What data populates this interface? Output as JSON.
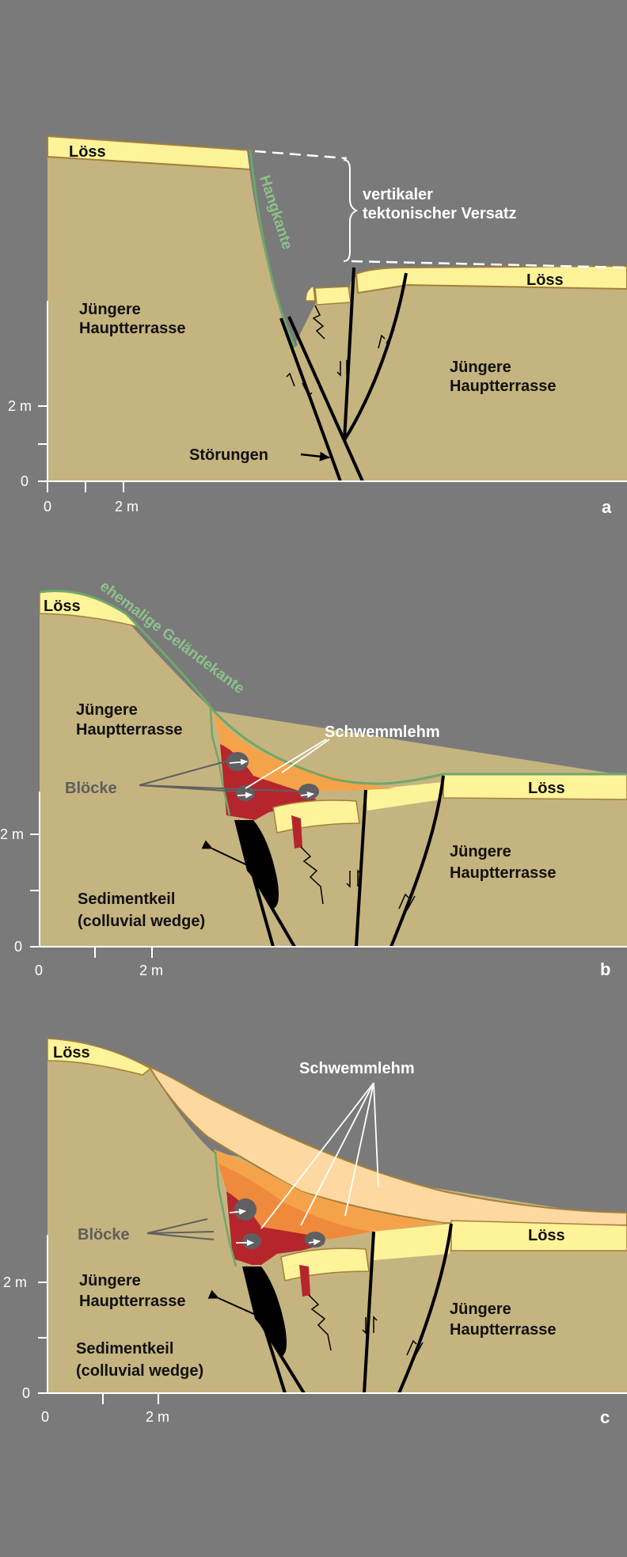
{
  "panel_a": {
    "letter": "a",
    "loess_left": "Löss",
    "loess_right": "Löss",
    "hangkante": "Hangkante",
    "offset_line1": "vertikaler",
    "offset_line2": "tektonischer Versatz",
    "terrace_left_1": "Jüngere",
    "terrace_left_2": "Hauptterrasse",
    "terrace_right_1": "Jüngere",
    "terrace_right_2": "Hauptterrasse",
    "stoerungen": "Störungen",
    "axis_y_2m": "2 m",
    "axis_y_0": "0",
    "axis_x_0": "0",
    "axis_x_2m": "2 m"
  },
  "panel_b": {
    "letter": "b",
    "loess_left": "Löss",
    "loess_right": "Löss",
    "ehemalige": "ehemalige Geländekante",
    "terrace_left_1": "Jüngere",
    "terrace_left_2": "Hauptterrasse",
    "schwemmlehm": "Schwemmlehm",
    "bloecke": "Blöcke",
    "terrace_right_1": "Jüngere",
    "terrace_right_2": "Hauptterrasse",
    "wedge_1": "Sedimentkeil",
    "wedge_2": "(colluvial wedge)",
    "axis_y_2m": "2 m",
    "axis_y_0": "0",
    "axis_x_0": "0",
    "axis_x_2m": "2 m"
  },
  "panel_c": {
    "letter": "c",
    "loess_left": "Löss",
    "loess_right": "Löss",
    "schwemmlehm": "Schwemmlehm",
    "bloecke": "Blöcke",
    "terrace_left_1": "Jüngere",
    "terrace_left_2": "Hauptterrasse",
    "terrace_right_1": "Jüngere",
    "terrace_right_2": "Hauptterrasse",
    "wedge_1": "Sedimentkeil",
    "wedge_2": "(colluvial wedge)",
    "axis_y_2m": "2 m",
    "axis_y_0": "0",
    "axis_x_0": "0",
    "axis_x_2m": "2 m"
  },
  "colors": {
    "background": "#7a7a7a",
    "terrace": "#c5b47f",
    "loess": "#fff39a",
    "loess_edge": "#a47f3a",
    "hangkante_green": "#6ea86a",
    "schwemmlehm_orange": "#f5a34a",
    "schwemmlehm_light": "#fdd8a0",
    "red_fill": "#b5262c",
    "block_grey": "#5f5f62",
    "wedge_black": "#000000"
  }
}
